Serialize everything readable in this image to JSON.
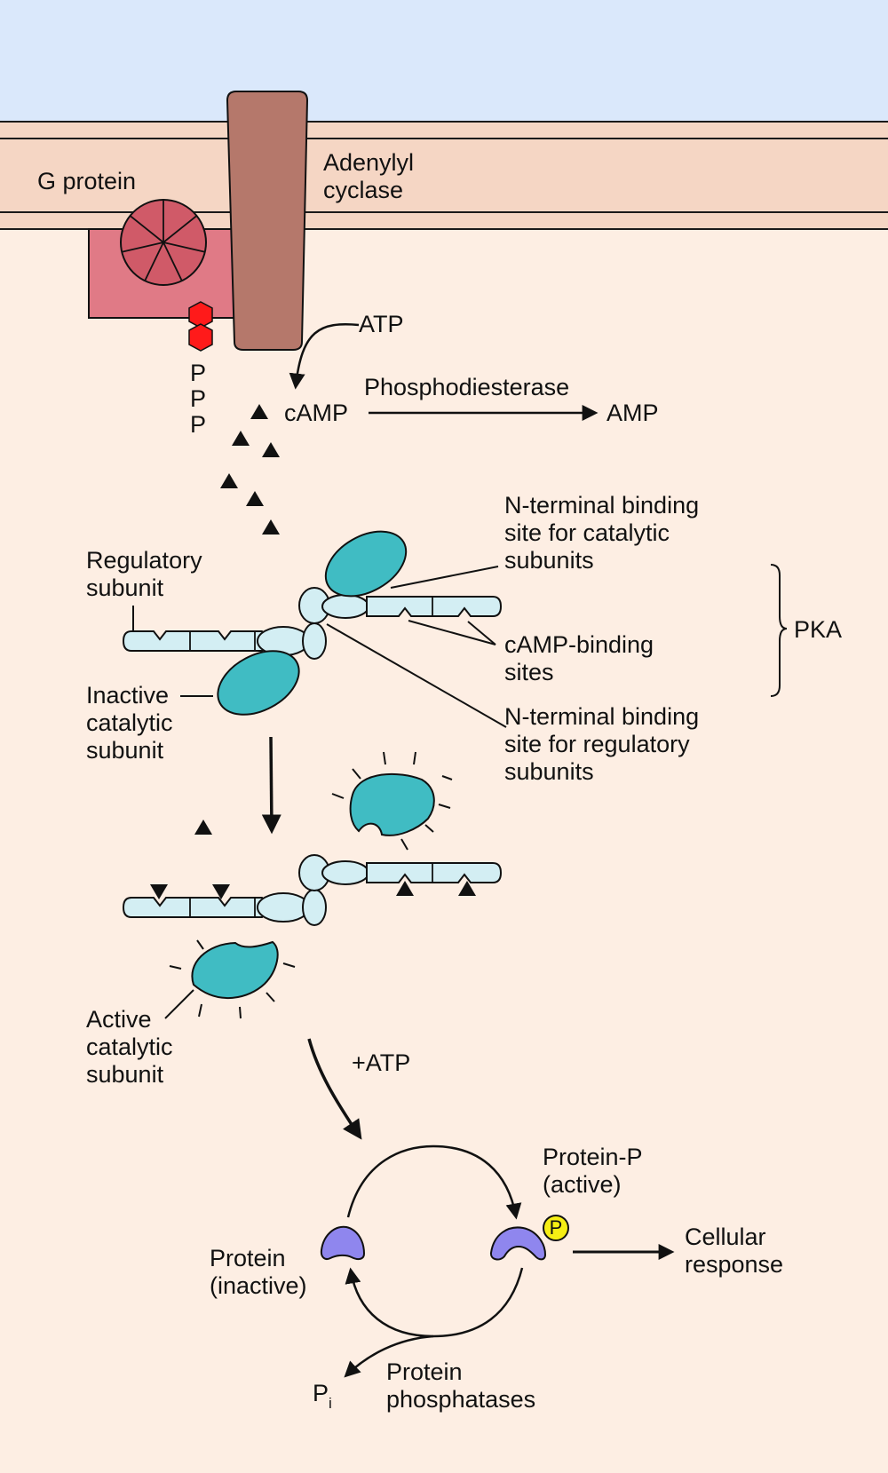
{
  "labels": {
    "g_protein": "G protein",
    "adenylyl_cyclase": [
      "Adenylyl",
      "cyclase"
    ],
    "ppp": [
      "P",
      "P",
      "P"
    ],
    "atp": "ATP",
    "camp": "cAMP",
    "phosphodiesterase": "Phosphodiesterase",
    "amp": "AMP",
    "n_term_catalytic": [
      "N-terminal binding",
      "site for catalytic",
      "subunits"
    ],
    "regulatory_subunit": [
      "Regulatory",
      "subunit"
    ],
    "pka": "PKA",
    "camp_binding_sites": [
      "cAMP-binding",
      "sites"
    ],
    "inactive_catalytic": [
      "Inactive",
      "catalytic",
      "subunit"
    ],
    "n_term_regulatory": [
      "N-terminal binding",
      "site for regulatory",
      "subunits"
    ],
    "active_catalytic": [
      "Active",
      "catalytic",
      "subunit"
    ],
    "plus_atp": "+ATP",
    "protein_p": [
      "Protein-P",
      "(active)"
    ],
    "phospho_symbol": "P",
    "cellular_response": [
      "Cellular",
      "response"
    ],
    "protein_inactive": [
      "Protein",
      "(inactive)"
    ],
    "pi_main": "P",
    "pi_sub": "i",
    "protein_phosphatases": [
      "Protein",
      "phosphatases"
    ]
  },
  "colors": {
    "extracellular": "#dae8fb",
    "cytosol": "#fdeee3",
    "membrane_band": "#f5d6c4",
    "membrane_line": "#1a1a1a",
    "adenylyl_cyclase": "#b5786b",
    "g_protein_box": "#e07a86",
    "g_protein_wheel": "#d05a68",
    "gdp_gtp": "#ff1a1a",
    "regulatory_subunit": "#d3eef3",
    "catalytic_subunit": "#40bcc3",
    "protein": "#8f86ee",
    "phosphate": "#f6ee14"
  }
}
